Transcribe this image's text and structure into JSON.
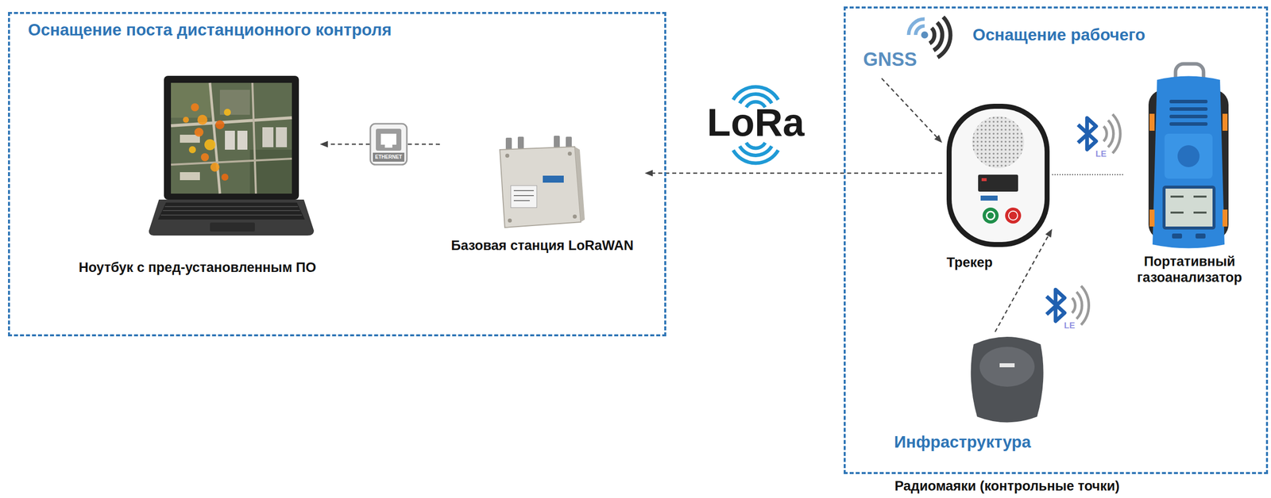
{
  "diagram": {
    "nodes": [
      {
        "text": [
          "Оснащение поста дистанционного контроля"
        ]
      },
      {
        "text": [
          "Ноутбук с пред-установленным ПО"
        ],
        "in": 0
      },
      {
        "text": [
          "Базовая станция LoRaWAN"
        ],
        "in": 0
      },
      {
        "text": [
          "Оснащение рабочего"
        ]
      },
      {
        "text": [
          "GNSS"
        ],
        "in": 3
      },
      {
        "text": [
          "Трекер"
        ],
        "in": 3
      },
      {
        "text": [
          "Портативный газоанализатор"
        ],
        "in": 3
      },
      {
        "text": [
          "Радиомаяки (контрольные точки)"
        ],
        "in": 3
      }
    ],
    "edges": [
      {
        "from": 5,
        "to": 2,
        "arrow": "to"
      },
      {
        "from": 2,
        "to": 1,
        "arrow": "to"
      },
      {
        "from": 4,
        "to": 5,
        "arrow": "to"
      },
      {
        "from": 5,
        "to": 6,
        "arrow": "none"
      },
      {
        "from": 7,
        "to": 5,
        "arrow": "to"
      }
    ],
    "labels": [
      "LoRa",
      "ETHERNET",
      "LE",
      "LE",
      "Инфраструктура"
    ]
  }
}
